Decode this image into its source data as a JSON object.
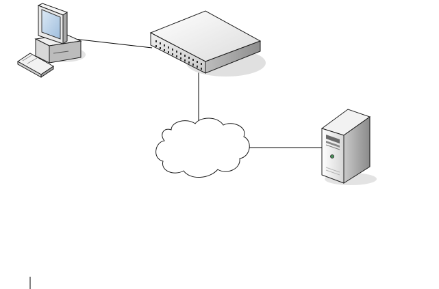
{
  "diagram": {
    "nodes": [
      {
        "id": "workstation",
        "kind": "desktop-computer",
        "label": ""
      },
      {
        "id": "switch",
        "kind": "network-switch",
        "label": ""
      },
      {
        "id": "network",
        "kind": "cloud",
        "label": ""
      },
      {
        "id": "server",
        "kind": "tower-server",
        "label": ""
      }
    ],
    "links": [
      {
        "from": "workstation",
        "to": "switch"
      },
      {
        "from": "switch",
        "to": "network"
      },
      {
        "from": "network",
        "to": "server"
      }
    ],
    "colors": {
      "line": "#000000",
      "shadow": "#e0e0e0",
      "device_light": "#f7f7f7",
      "device_mid": "#d9d9d9",
      "device_dark": "#9a9a9a",
      "outline": "#1a1a1a",
      "screen": "#b9d3ea"
    }
  }
}
